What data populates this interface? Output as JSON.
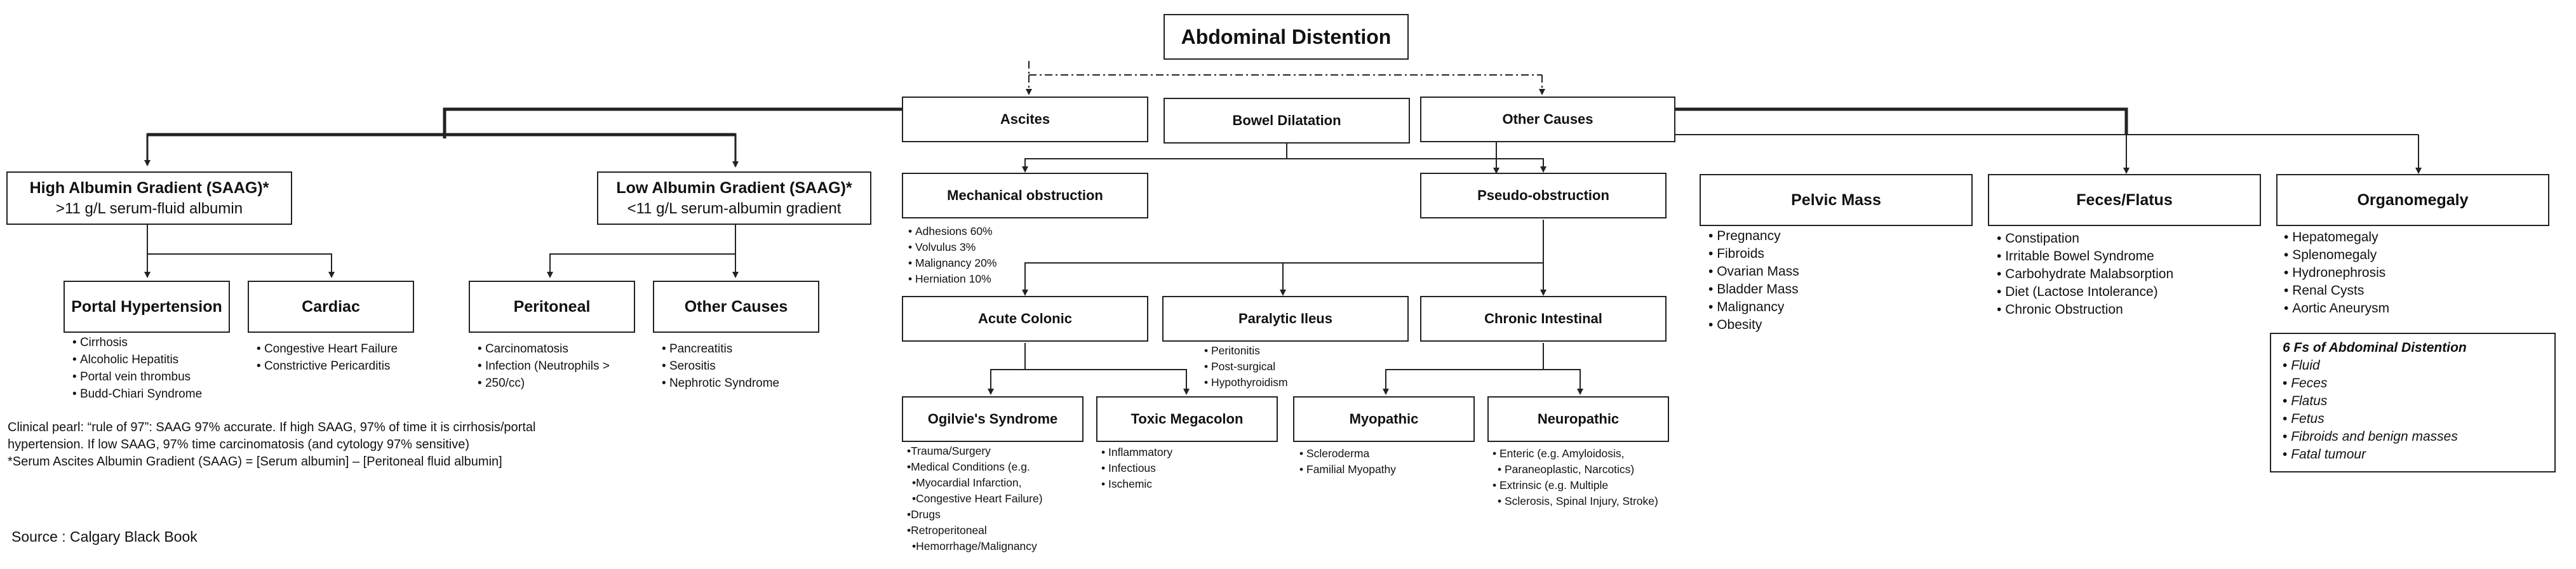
{
  "root": "Abdominal Distention",
  "level1": {
    "ascites": "Ascites",
    "bowel": "Bowel Dilatation",
    "other": "Other Causes"
  },
  "ascites": {
    "high": {
      "title": "High Albumin Gradient (SAAG)*",
      "sub": ">11 g/L serum-fluid albumin"
    },
    "low": {
      "title": "Low Albumin Gradient (SAAG)*",
      "sub": "<11 g/L serum-albumin gradient"
    },
    "portal": {
      "title": "Portal Hypertension",
      "items": [
        "Cirrhosis",
        "Alcoholic Hepatitis",
        "Portal vein thrombus",
        "Budd-Chiari Syndrome"
      ]
    },
    "cardiac": {
      "title": "Cardiac",
      "items": [
        "Congestive Heart Failure",
        "Constrictive Pericarditis"
      ]
    },
    "peritoneal": {
      "title": "Peritoneal",
      "items": [
        "Carcinomatosis",
        "Infection (Neutrophils >",
        "250/cc)"
      ]
    },
    "other": {
      "title": "Other Causes",
      "items": [
        "Pancreatitis",
        "Serositis",
        "Nephrotic Syndrome"
      ]
    }
  },
  "bowel": {
    "mechanical": {
      "title": "Mechanical obstruction",
      "items": [
        "Adhesions 60%",
        "Volvulus 3%",
        "Malignancy 20%",
        "Herniation 10%"
      ]
    },
    "pseudo": {
      "title": "Pseudo-obstruction"
    },
    "acute": {
      "title": "Acute Colonic"
    },
    "paralytic": {
      "title": "Paralytic Ileus",
      "items": [
        "Peritonitis",
        "Post-surgical",
        "Hypothyroidism"
      ]
    },
    "chronic": {
      "title": "Chronic Intestinal"
    },
    "ogilvie": {
      "title": "Ogilvie's Syndrome",
      "items": [
        "Trauma/Surgery",
        "Medical Conditions (e.g.",
        "Myocardial Infarction,",
        "Congestive Heart Failure)",
        "Drugs",
        "Retroperitoneal",
        "Hemorrhage/Malignancy"
      ]
    },
    "toxic": {
      "title": "Toxic Megacolon",
      "items": [
        "Inflammatory",
        "Infectious",
        "Ischemic"
      ]
    },
    "myopathic": {
      "title": "Myopathic",
      "items": [
        "Scleroderma",
        "Familial Myopathy"
      ]
    },
    "neuropathic": {
      "title": "Neuropathic",
      "items": [
        "Enteric (e.g. Amyloidosis,",
        "Paraneoplastic, Narcotics)",
        "Extrinsic (e.g. Multiple",
        "Sclerosis, Spinal Injury, Stroke)"
      ]
    }
  },
  "other": {
    "pelvic": {
      "title": "Pelvic Mass",
      "items": [
        "Pregnancy",
        "Fibroids",
        "Ovarian Mass",
        "Bladder Mass",
        "Malignancy",
        "Obesity"
      ]
    },
    "feces": {
      "title": "Feces/Flatus",
      "items": [
        "Constipation",
        "Irritable Bowel Syndrome",
        "Carbohydrate Malabsorption",
        "Diet (Lactose Intolerance)",
        "Chronic Obstruction"
      ]
    },
    "organo": {
      "title": "Organomegaly",
      "items": [
        "Hepatomegaly",
        "Splenomegaly",
        "Hydronephrosis",
        "Renal Cysts",
        "Aortic Aneurysm"
      ]
    }
  },
  "six_fs": {
    "title": "6 Fs of Abdominal Distention",
    "items": [
      "Fluid",
      "Feces",
      "Flatus",
      "Fetus",
      "Fibroids and benign masses",
      "Fatal tumour"
    ]
  },
  "pearl": [
    "Clinical pearl: “rule of 97”: SAAG 97% accurate. If high SAAG, 97% of time it is cirrhosis/portal",
    "hypertension. If low SAAG, 97% time carcinomatosis (and cytology 97% sensitive)",
    "*Serum Ascites Albumin Gradient (SAAG) = [Serum albumin] – [Peritoneal fluid albumin]"
  ],
  "source": "Source : Calgary Black Book"
}
